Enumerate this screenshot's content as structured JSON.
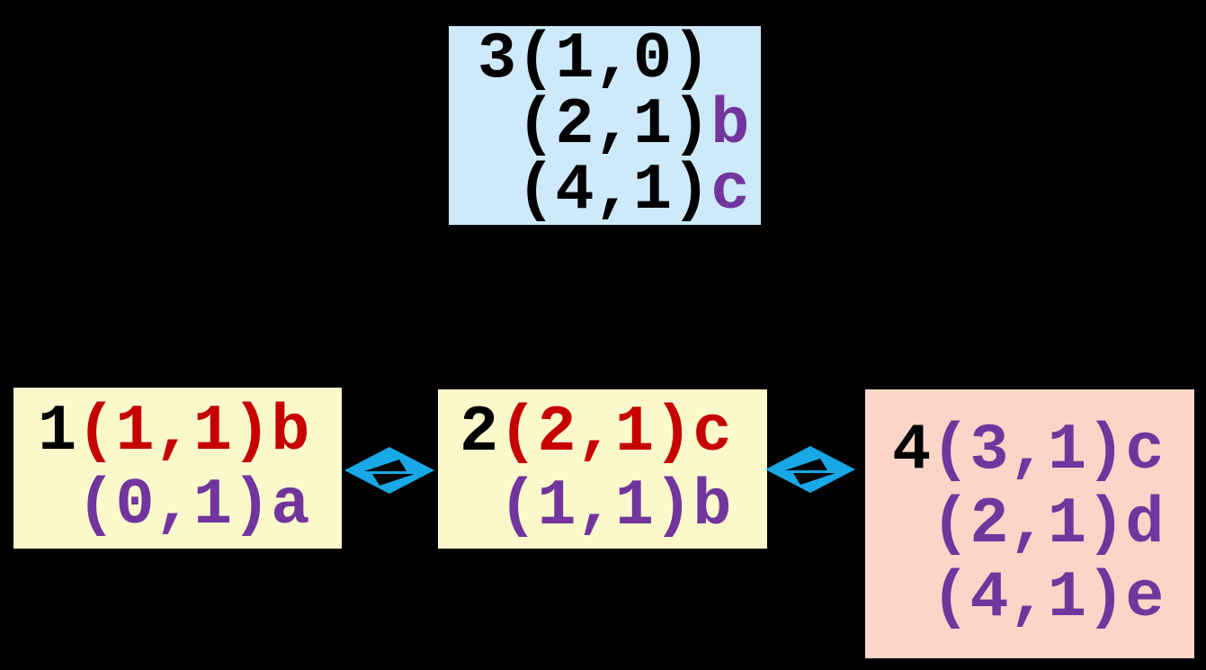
{
  "diagram": {
    "background": "#000000",
    "colors": {
      "box_blue": "#cde9fa",
      "box_yellow": "#fbf9cc",
      "box_pink": "#fbd6c8",
      "diamond_cyan": "#19a8e6",
      "text_black": "#000000",
      "text_red": "#c60000",
      "text_purple": "#72359d"
    },
    "nodes": [
      {
        "key": "node-3",
        "id_label": "3",
        "fill": "blue",
        "lines": [
          {
            "segments": [
              {
                "text": "3",
                "color": "black"
              },
              {
                "text": "(1,0)",
                "color": "black"
              }
            ]
          },
          {
            "segments": [
              {
                "text": " ",
                "color": "black"
              },
              {
                "text": "(2,1)",
                "color": "black"
              },
              {
                "text": "b",
                "color": "purple"
              }
            ]
          },
          {
            "segments": [
              {
                "text": " ",
                "color": "black"
              },
              {
                "text": "(4,1)",
                "color": "black"
              },
              {
                "text": "c",
                "color": "purple"
              }
            ]
          }
        ]
      },
      {
        "key": "node-1",
        "id_label": "1",
        "fill": "yellow",
        "lines": [
          {
            "segments": [
              {
                "text": "1",
                "color": "black"
              },
              {
                "text": "(1,1)b",
                "color": "red"
              }
            ]
          },
          {
            "segments": [
              {
                "text": " ",
                "color": "black"
              },
              {
                "text": "(0,1)a",
                "color": "purple"
              }
            ]
          }
        ]
      },
      {
        "key": "node-2",
        "id_label": "2",
        "fill": "yellow",
        "lines": [
          {
            "segments": [
              {
                "text": "2",
                "color": "black"
              },
              {
                "text": "(2,1)c",
                "color": "red"
              }
            ]
          },
          {
            "segments": [
              {
                "text": " ",
                "color": "black"
              },
              {
                "text": "(1,1)b",
                "color": "purple"
              }
            ]
          }
        ]
      },
      {
        "key": "node-4",
        "id_label": "4",
        "fill": "pink",
        "lines": [
          {
            "segments": [
              {
                "text": "4",
                "color": "black"
              },
              {
                "text": "(3,1)c",
                "color": "purple"
              }
            ]
          },
          {
            "segments": [
              {
                "text": " ",
                "color": "black"
              },
              {
                "text": "(2,1)d",
                "color": "purple"
              }
            ]
          },
          {
            "segments": [
              {
                "text": " ",
                "color": "black"
              },
              {
                "text": "(4,1)e",
                "color": "purple"
              }
            ]
          }
        ]
      }
    ],
    "links": [
      {
        "key": "link-1-2",
        "between": "node-1 and node-2",
        "symbol": "bidirectional-diamond-arrow"
      },
      {
        "key": "link-2-4",
        "between": "node-2 and node-4",
        "symbol": "bidirectional-diamond-arrow"
      }
    ]
  }
}
